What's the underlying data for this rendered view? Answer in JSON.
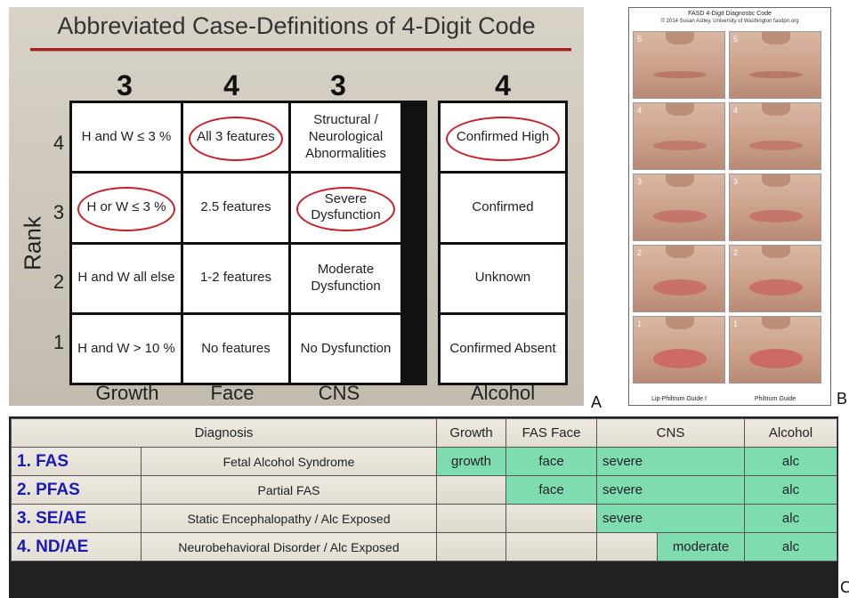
{
  "panel_a": {
    "title": "Abbreviated Case-Definitions of 4-Digit Code",
    "code_digits": [
      "3",
      "4",
      "3",
      "4"
    ],
    "rank_label": "Rank",
    "ranks": [
      "4",
      "3",
      "2",
      "1"
    ],
    "columns": [
      "Growth",
      "Face",
      "CNS",
      "Alcohol"
    ],
    "rows": [
      {
        "growth": "H and W ≤ 3 %",
        "face": "All 3 features",
        "cns": "Structural / Neurological Abnormalities",
        "alcohol": "Confirmed High"
      },
      {
        "growth": "H or W ≤ 3 %",
        "face": "2.5 features",
        "cns": "Severe Dysfunction",
        "alcohol": "Confirmed"
      },
      {
        "growth": "H and W all else",
        "face": "1-2 features",
        "cns": "Moderate Dysfunction",
        "alcohol": "Unknown"
      },
      {
        "growth": "H and W > 10 %",
        "face": "No features",
        "cns": "No Dysfunction",
        "alcohol": "Confirmed Absent"
      }
    ],
    "highlight_color": "#c8202a",
    "tag": "A"
  },
  "panel_b": {
    "heading": "FASD 4-Digit Diagnostic Code",
    "subheading": "© 2014 Susan Astley, University of Washington fasdpn.org",
    "levels": [
      "5",
      "4",
      "3",
      "2",
      "1"
    ],
    "footer_left": "Lip-Philtrum Guide I",
    "footer_right": "Philtrum Guide",
    "tag": "B"
  },
  "panel_c": {
    "headers": [
      "Diagnosis",
      "Growth",
      "FAS Face",
      "CNS",
      "Alcohol"
    ],
    "rows": [
      {
        "code": "1. FAS",
        "name": "Fetal Alcohol Syndrome",
        "growth": "growth",
        "face": "face",
        "cns": "severe",
        "alcohol": "alc"
      },
      {
        "code": "2. PFAS",
        "name": "Partial FAS",
        "growth": "",
        "face": "face",
        "cns": "severe",
        "alcohol": "alc"
      },
      {
        "code": "3. SE/AE",
        "name": "Static Encephalopathy / Alc Exposed",
        "growth": "",
        "face": "",
        "cns": "severe",
        "alcohol": "alc"
      },
      {
        "code": "4. ND/AE",
        "name": "Neurobehavioral Disorder / Alc Exposed",
        "growth": "",
        "face": "",
        "cns": "moderate",
        "alcohol": "alc"
      }
    ],
    "fill_color": "#7fdcb0",
    "code_color": "#1a1ab8",
    "tag": "C"
  }
}
